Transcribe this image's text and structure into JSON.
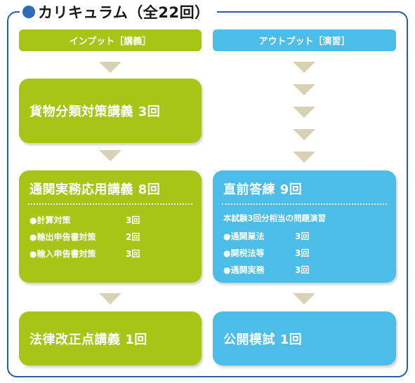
{
  "title": "カリキュラム（全22回）",
  "columns": {
    "input": {
      "header": "インプット［講義］",
      "color": "#a7c517"
    },
    "output": {
      "header": "アウトプット［演習］",
      "color": "#4cbde9"
    }
  },
  "input_boxes": [
    {
      "title": "貨物分類対策講義 3回"
    },
    {
      "title": "通関実務応用講義 8回",
      "items": [
        {
          "label": "●計算対策",
          "count": "3回"
        },
        {
          "label": "●輸出申告書対策",
          "count": "2回"
        },
        {
          "label": "●輸入申告書対策",
          "count": "3回"
        }
      ]
    },
    {
      "title": "法律改正点講義 1回"
    }
  ],
  "output_boxes": [
    {
      "title": "直前答練 9回",
      "subtitle": "本試験3回分相当の問題演習",
      "items": [
        {
          "label": "●通関業法",
          "count": "3回"
        },
        {
          "label": "●関税法等",
          "count": "3回"
        },
        {
          "label": "●通関実務",
          "count": "3回"
        }
      ]
    },
    {
      "title": "公開模試 1回"
    }
  ],
  "arrow_color": "#d8d2b4",
  "frame_color": "#2a5da0"
}
